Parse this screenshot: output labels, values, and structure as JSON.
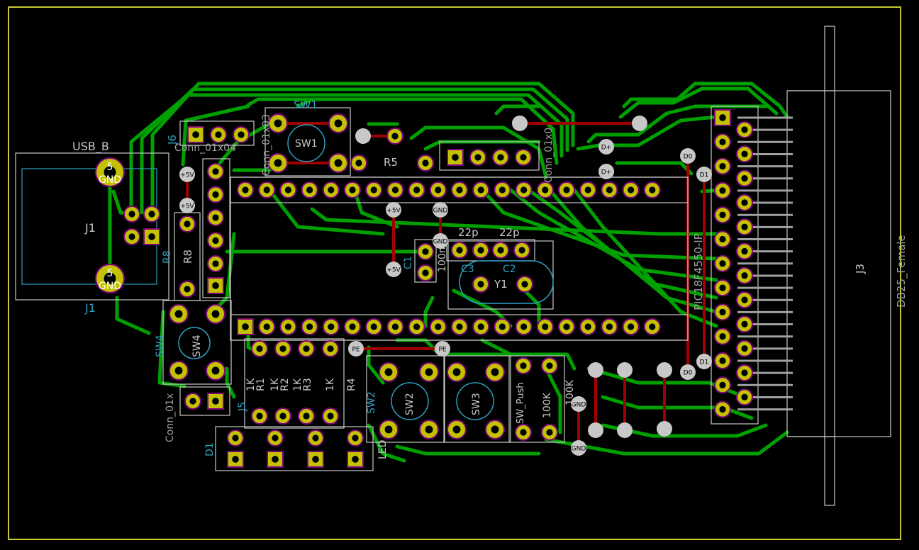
{
  "colors": {
    "background": "#000000",
    "edge_cuts": "#c8c832",
    "copper_back": "#00a000",
    "copper_front": "#a00000",
    "pad": "#c2c200",
    "pad_outline": "#800080",
    "drill": "#000000",
    "courtyard": "#c8c8c8",
    "silk_ref": "#008c8c",
    "silk_value": "#a0a0a0",
    "via": "#c8c8c8"
  },
  "labels": {
    "usb_b": "USB_B",
    "j1a": "J1",
    "j1b": "J1",
    "pad5a": "5",
    "gnda": "GND",
    "pad5b": "5",
    "gndb": "GND",
    "j6": "J6",
    "conn_01x03": "Conn_01x03",
    "conn_01x04_a": "Conn_01x04",
    "sw1a": "SW1",
    "sw1b": "SW1",
    "r5": "R5",
    "r8": "R8",
    "r8b": "R8",
    "conn_01x0_b": "Conn_01x0",
    "pic": "PIC18F4550-IP",
    "c1": "C1",
    "c1_val": "100n",
    "c2": "C2",
    "c3": "C3",
    "cap22a": "22p",
    "cap22b": "22p",
    "y1": "Y1",
    "sw4a": "SW4",
    "sw4b": "SW4",
    "conn_01x": "Conn_01x",
    "j5": "J5",
    "r1": "R1",
    "r2": "R2",
    "r3": "R3",
    "r4": "R4",
    "k1": "1K",
    "k2": "1K",
    "k3": "1K",
    "k4": "1K",
    "sw2a": "SW2",
    "sw2b": "SW2",
    "sw3": "SW3",
    "sw_push": "SW_Push",
    "k100a": "100K",
    "k100b": "100K",
    "d1": "D1",
    "led": "LED",
    "j3": "J3",
    "db25": "DB25_Female",
    "d0a": "D0",
    "d0b": "D0",
    "d1a": "D1",
    "d1b": "D1",
    "dp1": "D+",
    "dp2": "D+",
    "pe1": "PE",
    "pe2": "PE",
    "v5a": "+5V",
    "v5b": "+5V",
    "v5c": "+5V",
    "v5d": "+5V",
    "gnd1": "GND",
    "gnd2": "GND",
    "gnd3": "GND",
    "gnd4": "GND"
  }
}
